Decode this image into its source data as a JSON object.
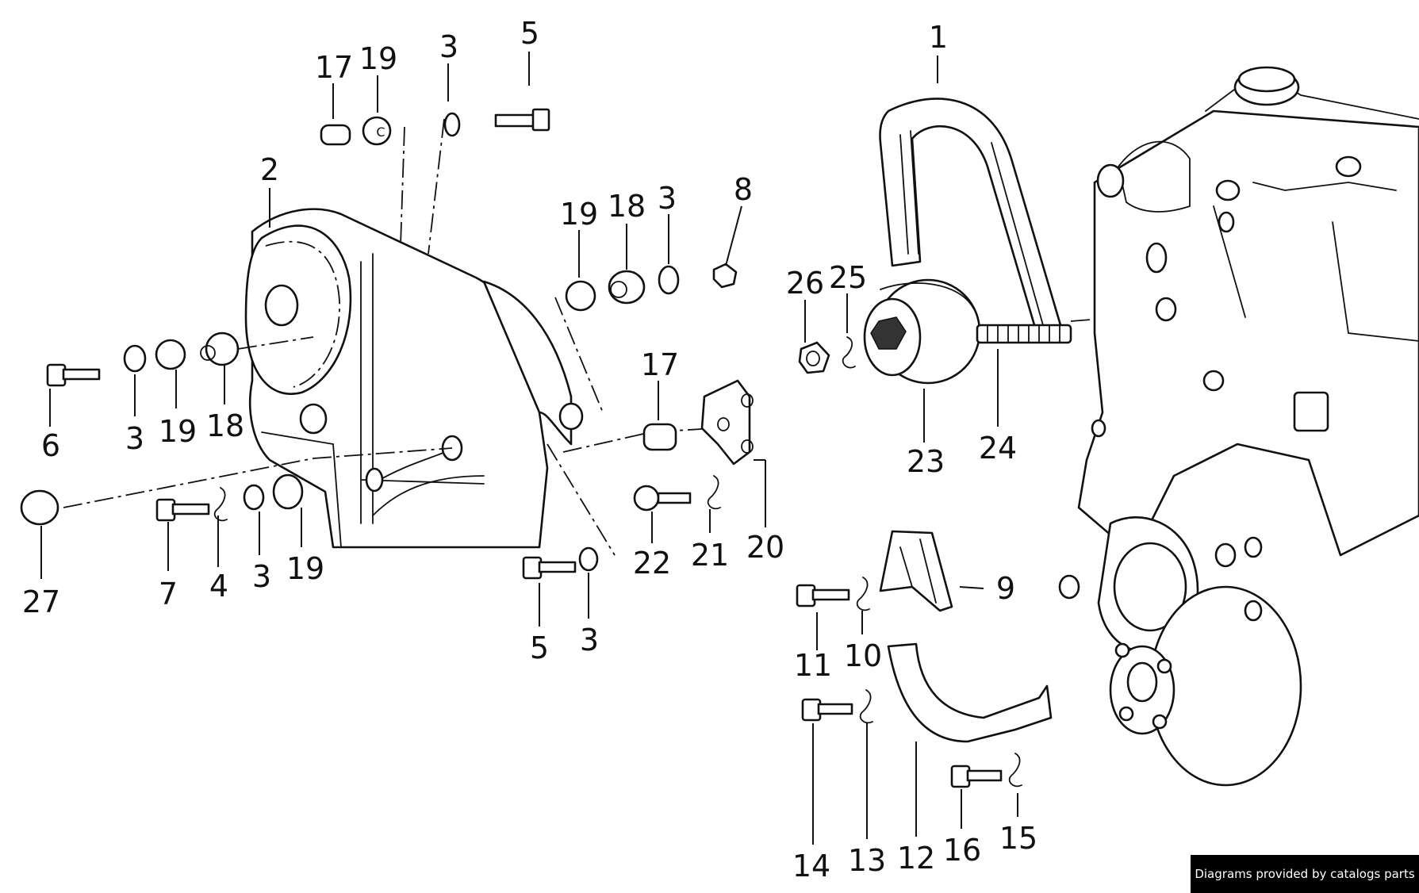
{
  "credit": "Diagrams provided by catalogs parts",
  "callouts": [
    {
      "id": "c1",
      "text": "1"
    },
    {
      "id": "c2",
      "text": "2"
    },
    {
      "id": "c3a",
      "text": "3"
    },
    {
      "id": "c5a",
      "text": "5"
    },
    {
      "id": "c17a",
      "text": "17"
    },
    {
      "id": "c19a",
      "text": "19"
    },
    {
      "id": "c19b",
      "text": "19"
    },
    {
      "id": "c18a",
      "text": "18"
    },
    {
      "id": "c3b",
      "text": "3"
    },
    {
      "id": "c8",
      "text": "8"
    },
    {
      "id": "c26",
      "text": "26"
    },
    {
      "id": "c25",
      "text": "25"
    },
    {
      "id": "c6",
      "text": "6"
    },
    {
      "id": "c3c",
      "text": "3"
    },
    {
      "id": "c19c",
      "text": "19"
    },
    {
      "id": "c18b",
      "text": "18"
    },
    {
      "id": "c17b",
      "text": "17"
    },
    {
      "id": "c23",
      "text": "23"
    },
    {
      "id": "c24",
      "text": "24"
    },
    {
      "id": "c27",
      "text": "27"
    },
    {
      "id": "c7",
      "text": "7"
    },
    {
      "id": "c4",
      "text": "4"
    },
    {
      "id": "c3d",
      "text": "3"
    },
    {
      "id": "c19d",
      "text": "19"
    },
    {
      "id": "c22",
      "text": "22"
    },
    {
      "id": "c21",
      "text": "21"
    },
    {
      "id": "c20",
      "text": "20"
    },
    {
      "id": "c5b",
      "text": "5"
    },
    {
      "id": "c3e",
      "text": "3"
    },
    {
      "id": "c9",
      "text": "9"
    },
    {
      "id": "c11",
      "text": "11"
    },
    {
      "id": "c10",
      "text": "10"
    },
    {
      "id": "c14",
      "text": "14"
    },
    {
      "id": "c13",
      "text": "13"
    },
    {
      "id": "c12",
      "text": "12"
    },
    {
      "id": "c16",
      "text": "16"
    },
    {
      "id": "c15",
      "text": "15"
    }
  ]
}
